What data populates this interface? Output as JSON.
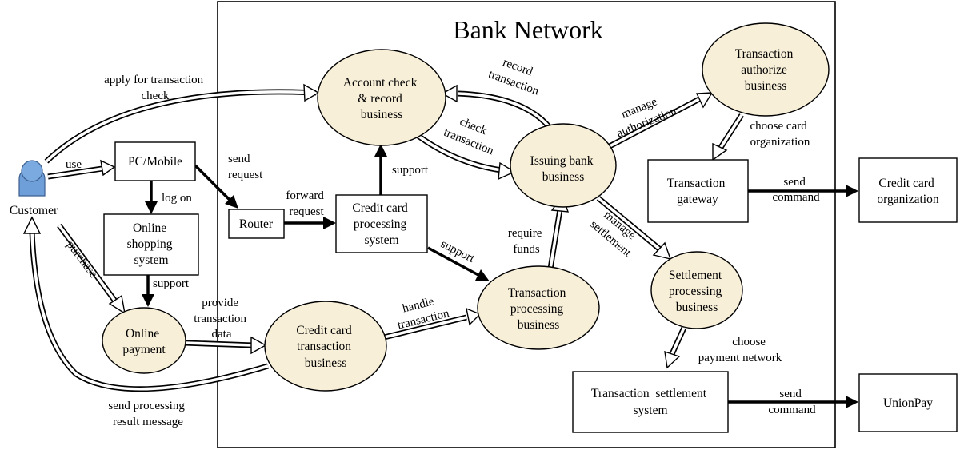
{
  "title": "Bank Network",
  "colors": {
    "process_fill": "#f7efd8",
    "line": "#000000",
    "background": "#ffffff"
  },
  "nodes": {
    "customer": "Customer",
    "pc_mobile": "PC/Mobile",
    "online_shopping": [
      "Online",
      "shopping",
      "system"
    ],
    "online_payment": [
      "Online",
      "payment"
    ],
    "router": "Router",
    "cc_processing": [
      "Credit card",
      "processing",
      "system"
    ],
    "account_check": [
      "Account check",
      "& record",
      "business"
    ],
    "issuing_bank": [
      "Issuing bank",
      "business"
    ],
    "transaction_processing": [
      "Transaction",
      "processing",
      "business"
    ],
    "cc_transaction": [
      "Credit card",
      "transaction",
      "business"
    ],
    "authorize": [
      "Transaction",
      "authorize",
      "business"
    ],
    "gateway": [
      "Transaction",
      "gateway"
    ],
    "cc_org": [
      "Credit card",
      "organization"
    ],
    "settlement_processing": [
      "Settlement",
      "processing",
      "business"
    ],
    "settlement_system": [
      "Transaction  settlement",
      "system"
    ],
    "unionpay": "UnionPay"
  },
  "edge_labels": {
    "apply": [
      "apply for transaction",
      "check"
    ],
    "use": "use",
    "log_on": "log on",
    "send_request": [
      "send",
      "request"
    ],
    "forward_request": [
      "forward",
      "request"
    ],
    "support_shop": "support",
    "support_cc": "support",
    "support_tp": "support",
    "purchase": "purchase",
    "provide_data": [
      "provide",
      "transaction",
      "data"
    ],
    "handle_transaction": [
      "handle",
      "transaction"
    ],
    "send_result": [
      "send processing",
      "result message"
    ],
    "record_transaction": [
      "record",
      "transaction"
    ],
    "check_transaction": [
      "check",
      "transaction"
    ],
    "require_funds": [
      "require",
      "funds"
    ],
    "manage_authorization": [
      "manage",
      "authorization"
    ],
    "choose_card_org": [
      "choose card",
      "organization"
    ],
    "send_command_1": [
      "send",
      "command"
    ],
    "manage_settlement": [
      "manage",
      "settlement"
    ],
    "choose_payment_network": [
      "choose",
      "payment network"
    ],
    "send_command_2": [
      "send",
      "command"
    ]
  }
}
